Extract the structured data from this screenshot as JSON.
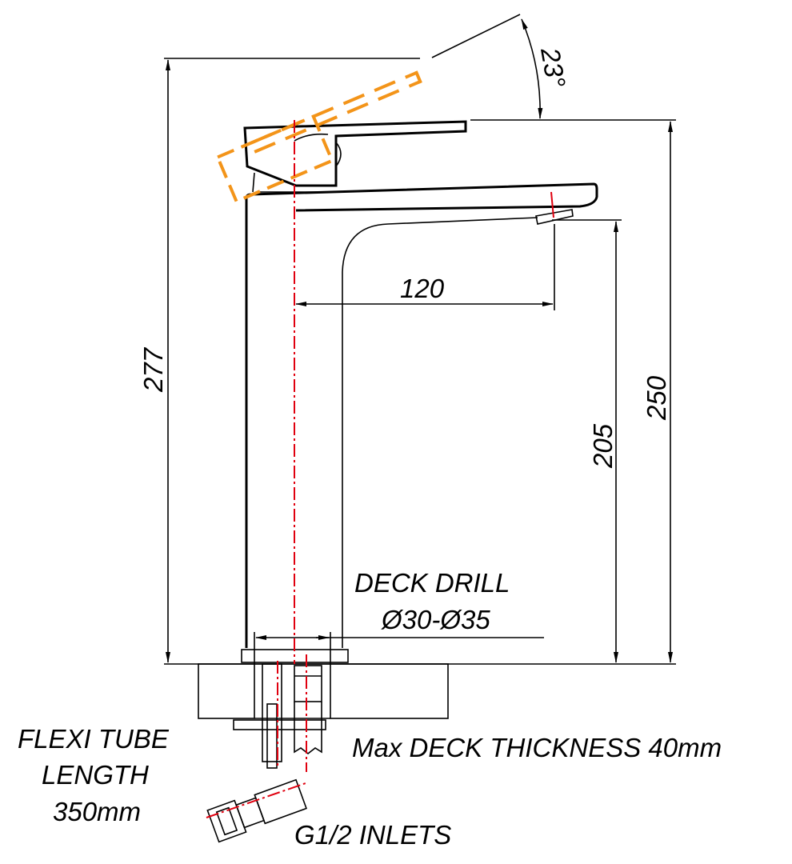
{
  "dimensions": {
    "total_height": "277",
    "spout_reach": "120",
    "handle_height": "250",
    "spout_height": "205",
    "lever_angle": "23°"
  },
  "labels": {
    "deck_drill_title": "DECK DRILL",
    "deck_drill_value": "Ø30-Ø35",
    "flexi_line1": "FLEXI TUBE",
    "flexi_line2": "LENGTH",
    "flexi_line3": "350mm",
    "deck_thickness": "Max DECK THICKNESS 40mm",
    "inlets": "G1/2 INLETS"
  },
  "colors": {
    "outline": "#000000",
    "centerline": "#e0000f",
    "lever_open": "#f39419",
    "hatch": "#1a9a3a"
  }
}
